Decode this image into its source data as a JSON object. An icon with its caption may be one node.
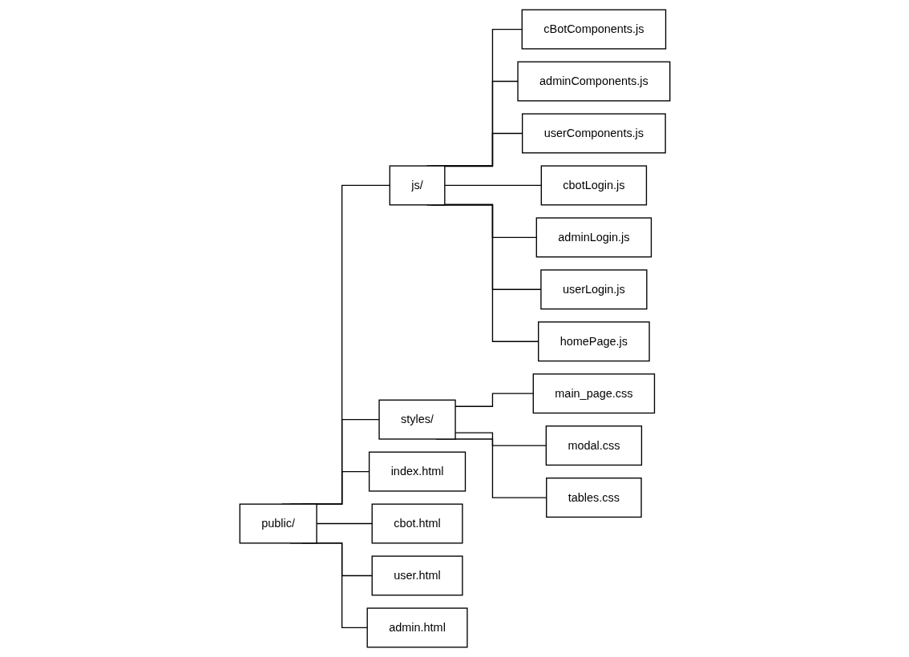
{
  "diagram": {
    "nodes": [
      {
        "text": [
          "public/"
        ]
      },
      {
        "text": [
          "js/"
        ]
      },
      {
        "text": [
          "cBotComponents.js"
        ]
      },
      {
        "text": [
          "adminComponents.js"
        ]
      },
      {
        "text": [
          "userComponents.js"
        ]
      },
      {
        "text": [
          "cbotLogin.js"
        ]
      },
      {
        "text": [
          "adminLogin.js"
        ]
      },
      {
        "text": [
          "userLogin.js"
        ]
      },
      {
        "text": [
          "homePage.js"
        ]
      },
      {
        "text": [
          "styles/"
        ]
      },
      {
        "text": [
          "main_page.css"
        ]
      },
      {
        "text": [
          "modal.css"
        ]
      },
      {
        "text": [
          "tables.css"
        ]
      },
      {
        "text": [
          "index.html"
        ]
      },
      {
        "text": [
          "cbot.html"
        ]
      },
      {
        "text": [
          "user.html"
        ]
      },
      {
        "text": [
          "admin.html"
        ]
      }
    ],
    "edges": [
      {
        "from": 0,
        "to": 1,
        "arrow": "none"
      },
      {
        "from": 1,
        "to": 2,
        "arrow": "none"
      },
      {
        "from": 1,
        "to": 3,
        "arrow": "none"
      },
      {
        "from": 1,
        "to": 4,
        "arrow": "none"
      },
      {
        "from": 1,
        "to": 5,
        "arrow": "none"
      },
      {
        "from": 1,
        "to": 6,
        "arrow": "none"
      },
      {
        "from": 1,
        "to": 7,
        "arrow": "none"
      },
      {
        "from": 1,
        "to": 8,
        "arrow": "none"
      },
      {
        "from": 0,
        "to": 9,
        "arrow": "none"
      },
      {
        "from": 9,
        "to": 10,
        "arrow": "none"
      },
      {
        "from": 9,
        "to": 11,
        "arrow": "none"
      },
      {
        "from": 9,
        "to": 12,
        "arrow": "none"
      },
      {
        "from": 0,
        "to": 13,
        "arrow": "none"
      },
      {
        "from": 0,
        "to": 14,
        "arrow": "none"
      },
      {
        "from": 0,
        "to": 15,
        "arrow": "none"
      },
      {
        "from": 0,
        "to": 16,
        "arrow": "none"
      }
    ]
  }
}
